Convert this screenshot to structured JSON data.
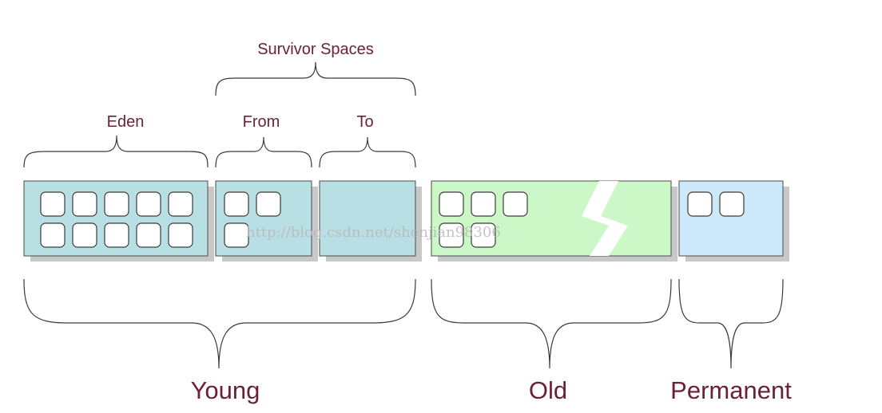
{
  "labels": {
    "survivor_spaces": "Survivor Spaces",
    "eden": "Eden",
    "from": "From",
    "to": "To",
    "young": "Young",
    "old": "Old",
    "permanent": "Permanent"
  },
  "watermark": "http://blog.csdn.net/shenjian98306",
  "colors": {
    "young_fill": "#b8dfe3",
    "old_fill": "#ccf8c8",
    "permanent_fill": "#cce9fb",
    "shadow": "#c8c8c8",
    "label_color": "#6b1f3a"
  },
  "regions": [
    {
      "id": "eden",
      "objects": 10
    },
    {
      "id": "survivor-from",
      "objects": 3
    },
    {
      "id": "survivor-to",
      "objects": 0
    },
    {
      "id": "old",
      "objects": 5
    },
    {
      "id": "permanent",
      "objects": 2
    }
  ]
}
